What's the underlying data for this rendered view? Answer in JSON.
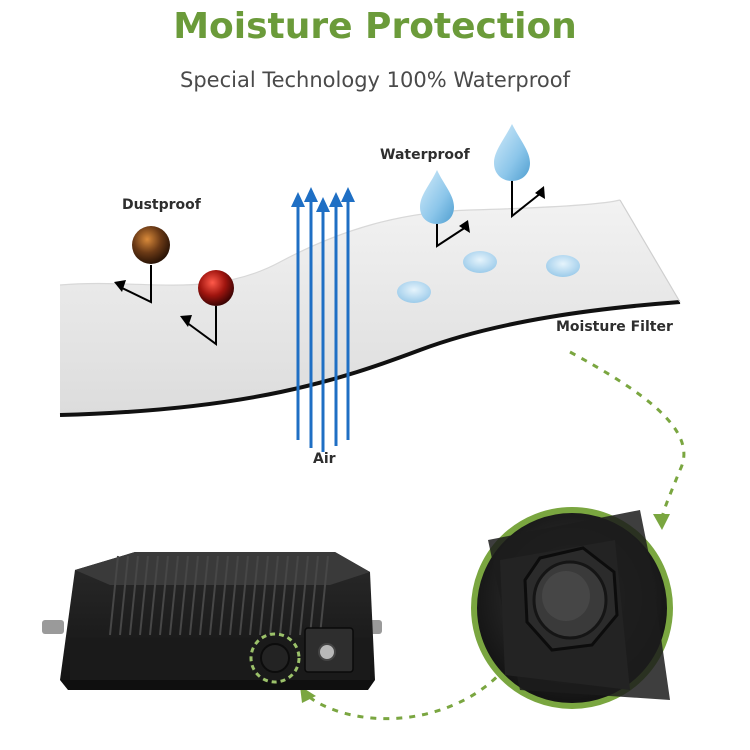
{
  "header": {
    "title": "Moisture Protection",
    "subtitle": "Special Technology 100% Waterproof"
  },
  "labels": {
    "dustproof": "Dustproof",
    "waterproof": "Waterproof",
    "moisture_filter": "Moisture Filter",
    "air": "Air"
  },
  "colors": {
    "title_green": "#6b9b3a",
    "air_arrow_blue": "#1f6fc4",
    "water_drop": "#8cc6ea",
    "dashed_path": "#7aa640",
    "dust_particle_brown": "#5a3417",
    "dust_particle_red": "#a0150f",
    "filter_membrane": "#e7e7e7"
  }
}
